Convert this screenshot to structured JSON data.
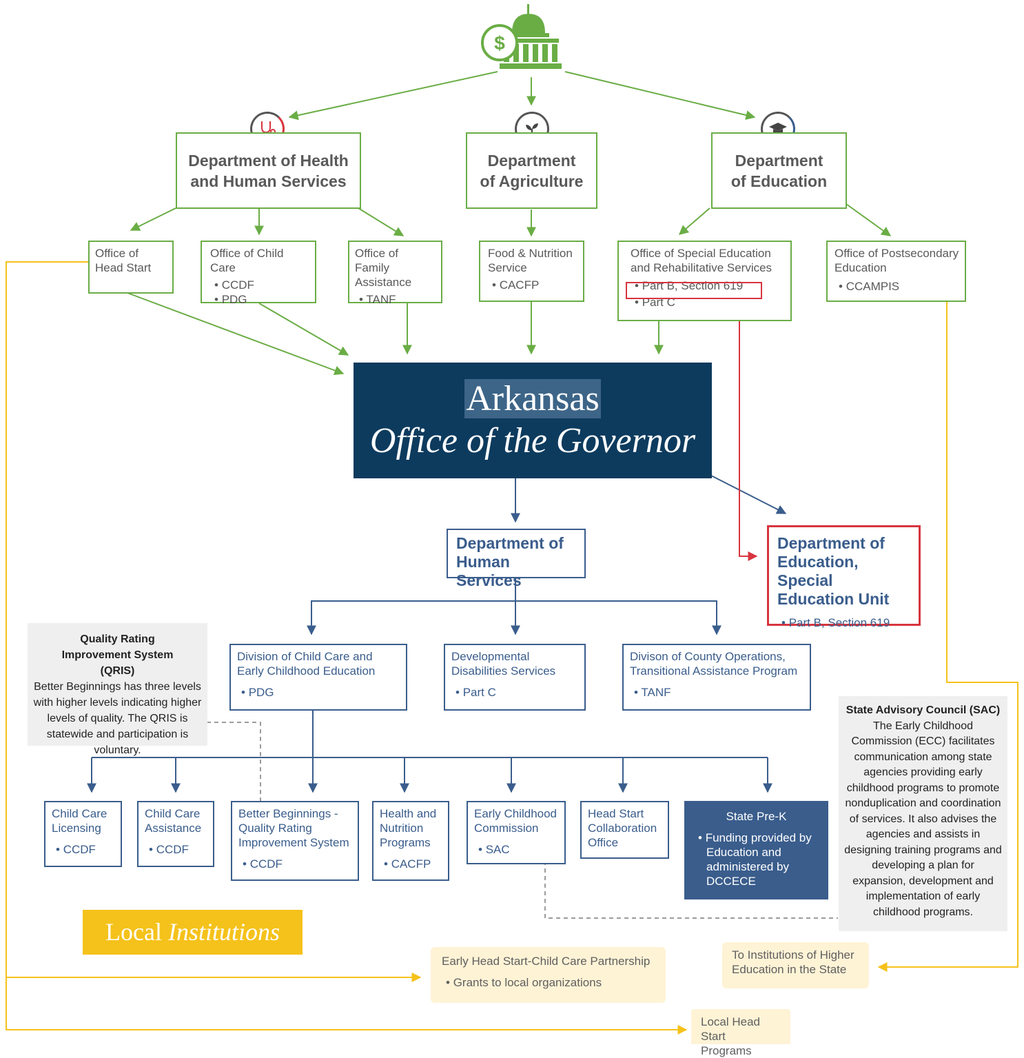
{
  "colors": {
    "green": "#6aad45",
    "navy": "#0d3b5e",
    "blue": "#3a5d8c",
    "red": "#d7353f",
    "gold": "#f5c21b"
  },
  "governor": {
    "line1": "Arkansas",
    "line2": "Office of the Governor"
  },
  "federal": {
    "hhs": {
      "title": "Department of Health and Human Services",
      "icon": "stethoscope-icon"
    },
    "agriculture": {
      "title": "Department of Agriculture",
      "icon": "sprout-icon"
    },
    "education": {
      "title": "Department of Education",
      "icon": "graduation-cap-icon"
    }
  },
  "offices": {
    "head_start": {
      "title": "Office of Head Start"
    },
    "child_care": {
      "title": "Office of Child Care",
      "items": [
        "CCDF",
        "PDG"
      ]
    },
    "family_assistance": {
      "title": "Office of Family Assistance",
      "items": [
        "TANF"
      ]
    },
    "food_nutrition": {
      "title": "Food & Nutrition Service",
      "items": [
        "CACFP"
      ]
    },
    "special_ed": {
      "title": "Office of Special Education and Rehabilitative Services",
      "items": [
        "Part B, Section 619",
        "Part C"
      ]
    },
    "postsecondary": {
      "title": "Office of Postsecondary Education",
      "items": [
        "CCAMPIS"
      ]
    }
  },
  "state": {
    "dhs": {
      "title": "Department of Human Services"
    },
    "dese": {
      "title": "Department of Education, Special Education Unit",
      "items": [
        "Part B, Section 619"
      ]
    },
    "dccece": {
      "title": "Division of Child Care and Early Childhood Education",
      "items": [
        "PDG"
      ]
    },
    "dds": {
      "title": "Developmental Disabilities Services",
      "items": [
        "Part C"
      ]
    },
    "dco": {
      "title": "Divison of County Operations, Transitional Assistance Program",
      "items": [
        "TANF"
      ]
    }
  },
  "programs": {
    "licensing": {
      "title": "Child Care Licensing",
      "items": [
        "CCDF"
      ]
    },
    "assistance": {
      "title": "Child Care Assistance",
      "items": [
        "CCDF"
      ]
    },
    "better_beginnings": {
      "title": "Better Beginnings - Quality Rating Improvement System",
      "items": [
        "CCDF"
      ]
    },
    "health_nutrition": {
      "title": "Health and Nutrition Programs",
      "items": [
        "CACFP"
      ]
    },
    "ecc": {
      "title": "Early Childhood Commission",
      "items": [
        "SAC"
      ]
    },
    "head_start_collab": {
      "title": "Head Start Collaboration Office"
    },
    "pre_k": {
      "title": "State Pre-K",
      "items": [
        "Funding provided by Education and administered by DCCECE"
      ]
    }
  },
  "notes": {
    "qris": {
      "title": "Quality Rating Improvement System (QRIS)",
      "body": "Better Beginnings has three levels with higher levels indicating higher levels of quality. The QRIS is statewide and participation is voluntary."
    },
    "sac": {
      "title": "State Advisory Council (SAC)",
      "body": "The Early Childhood Commission (ECC) facilitates communication among state agencies providing early childhood programs to promote nonduplication and coordination of services. It also advises the agencies and assists in designing training programs and developing a plan for expansion, development and implementation of early childhood programs."
    }
  },
  "local": {
    "banner": {
      "word1": "Local",
      "word2": "Institutions"
    },
    "ehs_partnership": {
      "title": "Early Head Start-Child Care Partnership",
      "items": [
        "Grants to local organizations"
      ]
    },
    "higher_ed": {
      "title": "To Institutions of Higher Education in the State"
    },
    "head_start_local": {
      "title": "Local Head Start Programs"
    }
  }
}
